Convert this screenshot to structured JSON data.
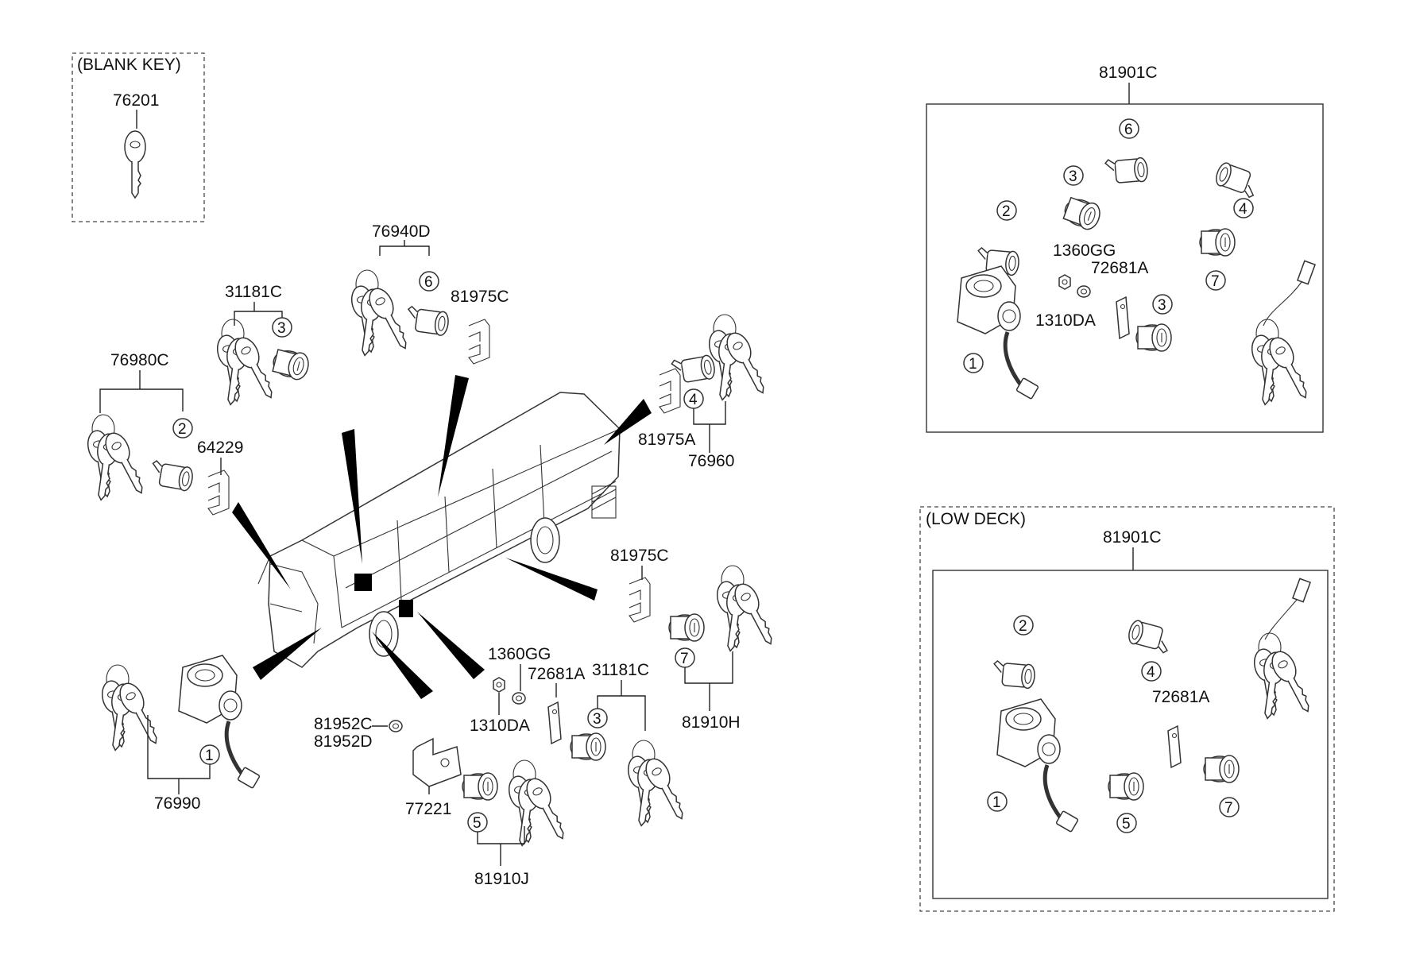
{
  "boxes": {
    "blank_key": "(BLANK KEY)",
    "low_deck": "(LOW DECK)"
  },
  "labels": {
    "p76201": "76201",
    "p76940D": "76940D",
    "p31181C_top": "31181C",
    "p81975C_top": "81975C",
    "p76980C": "76980C",
    "p64229": "64229",
    "p81975A": "81975A",
    "p76960": "76960",
    "p81975C_mid": "81975C",
    "p1360GG": "1360GG",
    "p72681A": "72681A",
    "p31181C_bot": "31181C",
    "p1310DA": "1310DA",
    "p81952C": "81952C",
    "p81952D": "81952D",
    "p81910H": "81910H",
    "p77221": "77221",
    "p76990": "76990",
    "p81910J": "81910J",
    "p81901C_top": "81901C",
    "p1360GG_r": "1360GG",
    "p72681A_r": "72681A",
    "p1310DA_r": "1310DA",
    "p81901C_low": "81901C",
    "p72681A_low": "72681A"
  },
  "callouts": {
    "c1": "1",
    "c2": "2",
    "c3": "3",
    "c4": "4",
    "c5": "5",
    "c6": "6",
    "c7": "7"
  },
  "icons": [
    "key-icon",
    "lock-cylinder-icon",
    "ignition-switch-icon",
    "clip-icon",
    "washer-icon",
    "bracket-icon",
    "bus-icon"
  ]
}
